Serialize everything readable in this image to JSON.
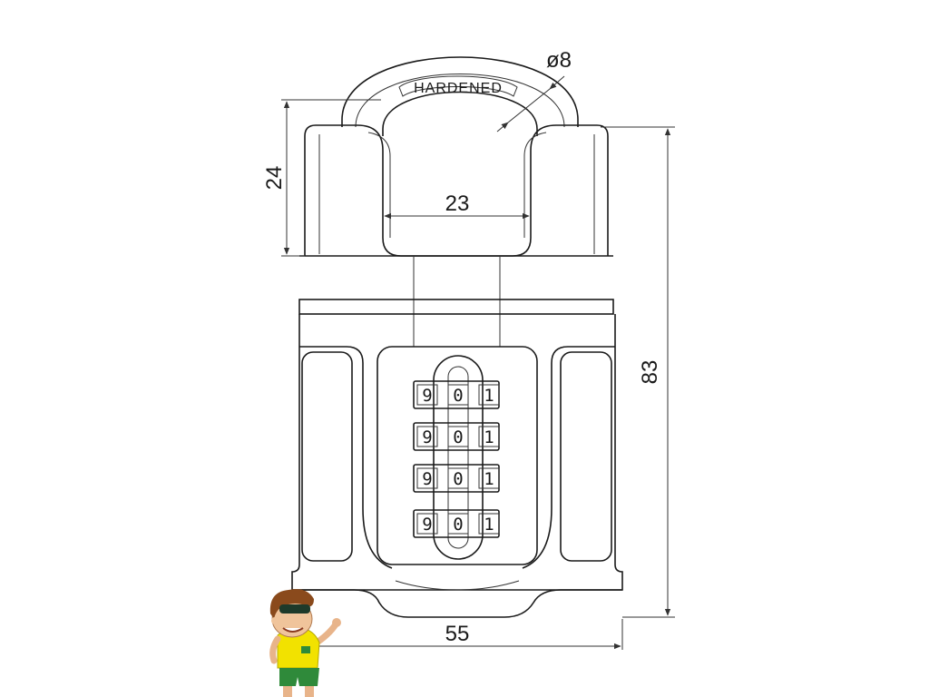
{
  "drawing": {
    "shackle_marking": "HARDENED",
    "dimensions": {
      "shackle_diameter": "ø8",
      "shackle_clearance_height": "24",
      "inner_width": "23",
      "total_height": "83",
      "body_width": "55"
    },
    "combination_wheels": [
      [
        "9",
        "0",
        "1"
      ],
      [
        "9",
        "0",
        "1"
      ],
      [
        "9",
        "0",
        "1"
      ],
      [
        "9",
        "0",
        "1"
      ]
    ]
  },
  "colors": {
    "line": "#1a1a1a",
    "mascot_shirt": "#f2e200",
    "mascot_shorts": "#2f8a3a",
    "mascot_hair": "#8a4a1c"
  }
}
